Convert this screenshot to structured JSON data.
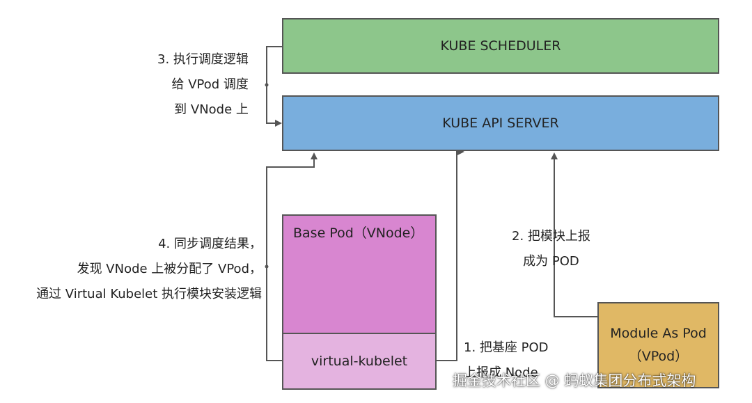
{
  "diagram": {
    "scheduler_label": "KUBE SCHEDULER",
    "api_server_label": "KUBE API SERVER",
    "base_pod_label": "Base Pod（VNode）",
    "virtual_kubelet_label": "virtual-kubelet",
    "module_pod_line1": "Module As Pod",
    "module_pod_line2": "（VPod）",
    "step3_lines": [
      "3. 执行调度逻辑",
      "给 VPod 调度",
      "到 VNode 上"
    ],
    "step4_lines": [
      "4. 同步调度结果，",
      "发现 VNode 上被分配了 VPod，",
      "通过 Virtual Kubelet 执行模块安装逻辑"
    ],
    "step2_lines": [
      "2. 把模块上报",
      "成为 POD"
    ],
    "step1_lines": [
      "1. 把基座 POD",
      "上报成 Node"
    ]
  },
  "colors": {
    "scheduler": "#8dc68b",
    "api_server": "#79aedd",
    "base_pod": "#d886d0",
    "virtual_kubelet": "#e4b3e0",
    "module_pod": "#e0b865",
    "line": "#555555"
  },
  "watermark": "掘金技术社区 @ 蚂蚁集团分布式架构"
}
